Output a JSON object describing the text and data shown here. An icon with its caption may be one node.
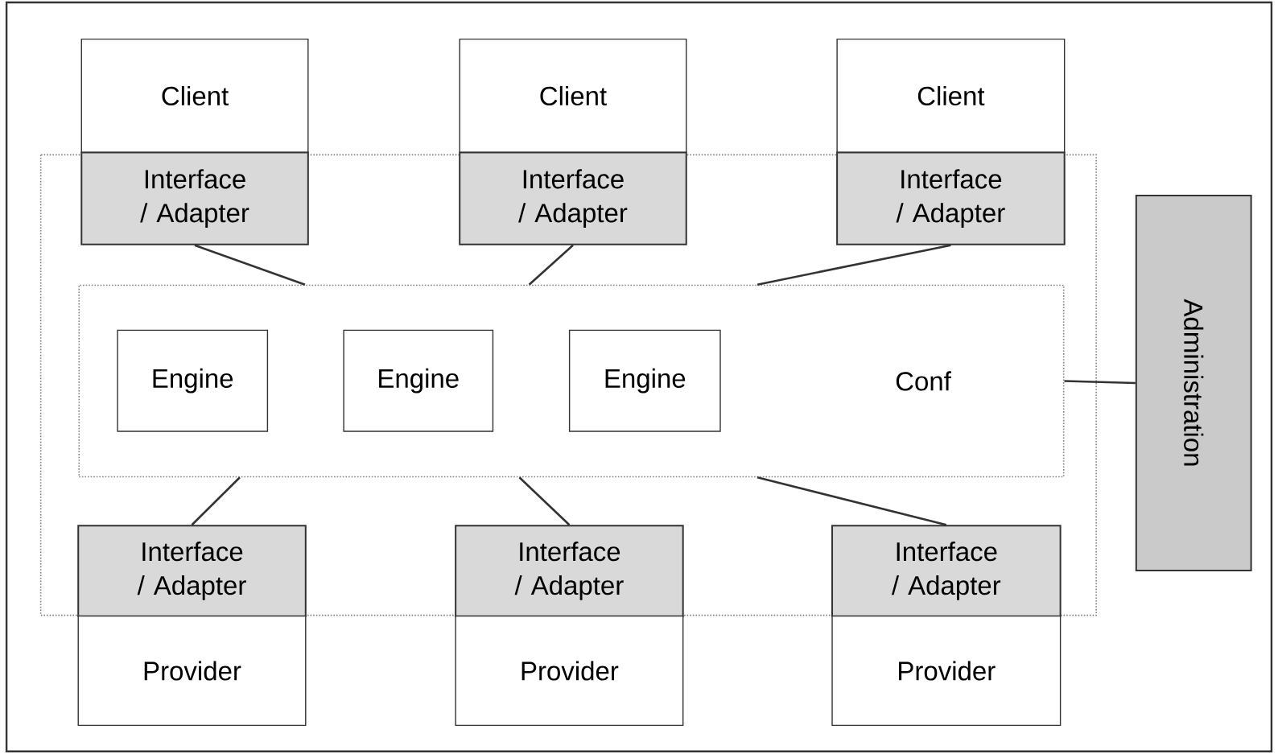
{
  "diagram": {
    "nodes": [
      {
        "text": [
          "Client"
        ]
      },
      {
        "text": [
          "Interface / Adapter"
        ]
      },
      {
        "text": [
          "Client"
        ]
      },
      {
        "text": [
          "Interface / Adapter"
        ]
      },
      {
        "text": [
          "Client"
        ]
      },
      {
        "text": [
          "Interface / Adapter"
        ]
      },
      {
        "text": [
          "Conf"
        ]
      },
      {
        "text": [
          "Engine"
        ],
        "in": 6
      },
      {
        "text": [
          "Engine"
        ],
        "in": 6
      },
      {
        "text": [
          "Engine"
        ],
        "in": 6
      },
      {
        "text": [
          "Interface / Adapter"
        ]
      },
      {
        "text": [
          "Provider"
        ]
      },
      {
        "text": [
          "Interface / Adapter"
        ]
      },
      {
        "text": [
          "Provider"
        ]
      },
      {
        "text": [
          "Interface / Adapter"
        ]
      },
      {
        "text": [
          "Provider"
        ]
      },
      {
        "text": [
          "Administration"
        ]
      }
    ],
    "edges": [
      {
        "from": 1,
        "to": 6,
        "arrow": "none"
      },
      {
        "from": 3,
        "to": 6,
        "arrow": "none"
      },
      {
        "from": 5,
        "to": 6,
        "arrow": "none"
      },
      {
        "from": 6,
        "to": 10,
        "arrow": "none"
      },
      {
        "from": 6,
        "to": 12,
        "arrow": "none"
      },
      {
        "from": 6,
        "to": 14,
        "arrow": "none"
      },
      {
        "from": 6,
        "to": 16,
        "arrow": "none"
      }
    ]
  }
}
